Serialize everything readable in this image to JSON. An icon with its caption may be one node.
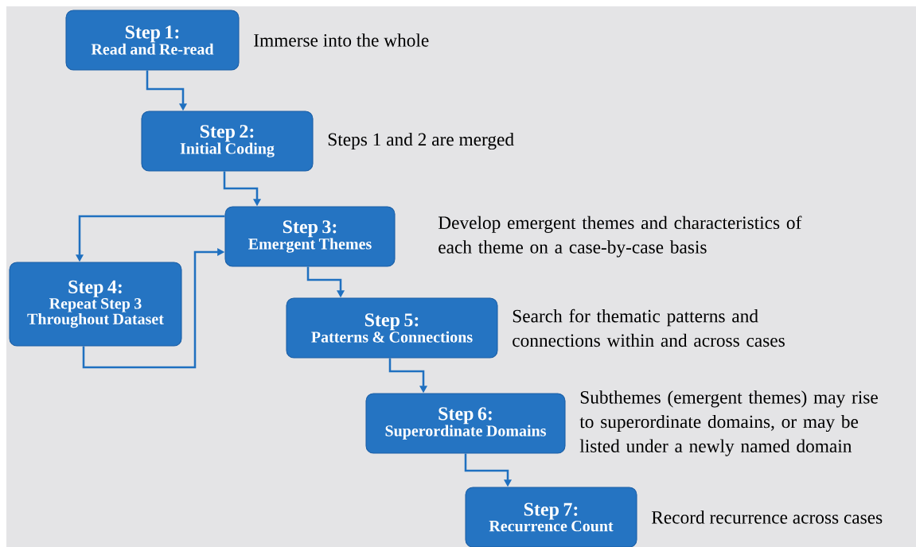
{
  "diagram": {
    "nodes": [
      {
        "text": [
          "Step 1:",
          "Read and Re-read"
        ],
        "beside": [
          "Immerse into the whole"
        ]
      },
      {
        "text": [
          "Step 2:",
          "Initial Coding"
        ],
        "beside": [
          "Steps 1 and 2 are merged"
        ]
      },
      {
        "text": [
          "Step 3:",
          "Emergent Themes"
        ],
        "beside": [
          "Develop emergent themes and characteristics of each theme on a case-by-case basis"
        ]
      },
      {
        "text": [
          "Step 4:",
          "Repeat Step 3 Throughout Dataset"
        ]
      },
      {
        "text": [
          "Step 5:",
          "Patterns & Connections"
        ],
        "beside": [
          "Search for thematic patterns and connections within and across cases"
        ]
      },
      {
        "text": [
          "Step 6:",
          "Superordinate Domains"
        ],
        "beside": [
          "Subthemes (emergent themes) may rise to superordinate domains, or may be listed under a newly named domain"
        ]
      },
      {
        "text": [
          "Step 7:",
          "Recurrence Count"
        ],
        "beside": [
          "Record recurrence across cases"
        ]
      }
    ],
    "edges": [
      {
        "from": 0,
        "to": 1,
        "arrow": "to"
      },
      {
        "from": 1,
        "to": 2,
        "arrow": "to"
      },
      {
        "from": 2,
        "to": 3,
        "arrow": "to"
      },
      {
        "from": 3,
        "to": 2,
        "arrow": "to"
      },
      {
        "from": 2,
        "to": 4,
        "arrow": "to"
      },
      {
        "from": 4,
        "to": 5,
        "arrow": "to"
      },
      {
        "from": 5,
        "to": 6,
        "arrow": "to"
      }
    ]
  }
}
